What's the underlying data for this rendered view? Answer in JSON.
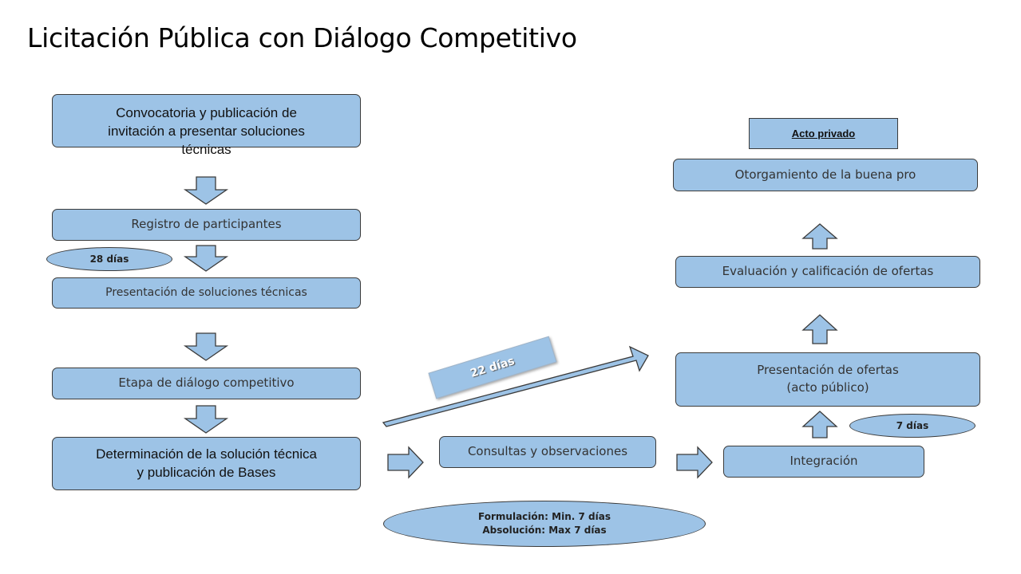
{
  "title": "Licitación Pública con Diálogo Competitivo",
  "steps_left": {
    "convocatoria": [
      "Convocatoria y publicación de",
      "invitación a presentar soluciones",
      "técnicas"
    ],
    "registro": "Registro de participantes",
    "presentacion_soluciones": "Presentación de soluciones técnicas",
    "dialogo": "Etapa de diálogo competitivo",
    "determinacion": [
      "Determinación de la solución técnica",
      "y publicación de Bases"
    ]
  },
  "steps_middle": {
    "consultas": "Consultas y observaciones",
    "formulacion": "Formulación: Min. 7 días",
    "absolucion": "Absolución: Max 7 días",
    "dias_22": "22 días"
  },
  "steps_right": {
    "acto_privado": "Acto privado",
    "otorgamiento": "Otorgamiento de la buena pro",
    "evaluacion": "Evaluación y calificación de ofertas",
    "presentacion_ofertas": [
      "Presentación de ofertas",
      "(acto público)"
    ],
    "integracion": "Integración",
    "dias_7": "7 días"
  },
  "labels": {
    "dias_28": "28 días"
  },
  "colors": {
    "box_fill": "#9dc3e6",
    "border": "#3b3b3b"
  }
}
